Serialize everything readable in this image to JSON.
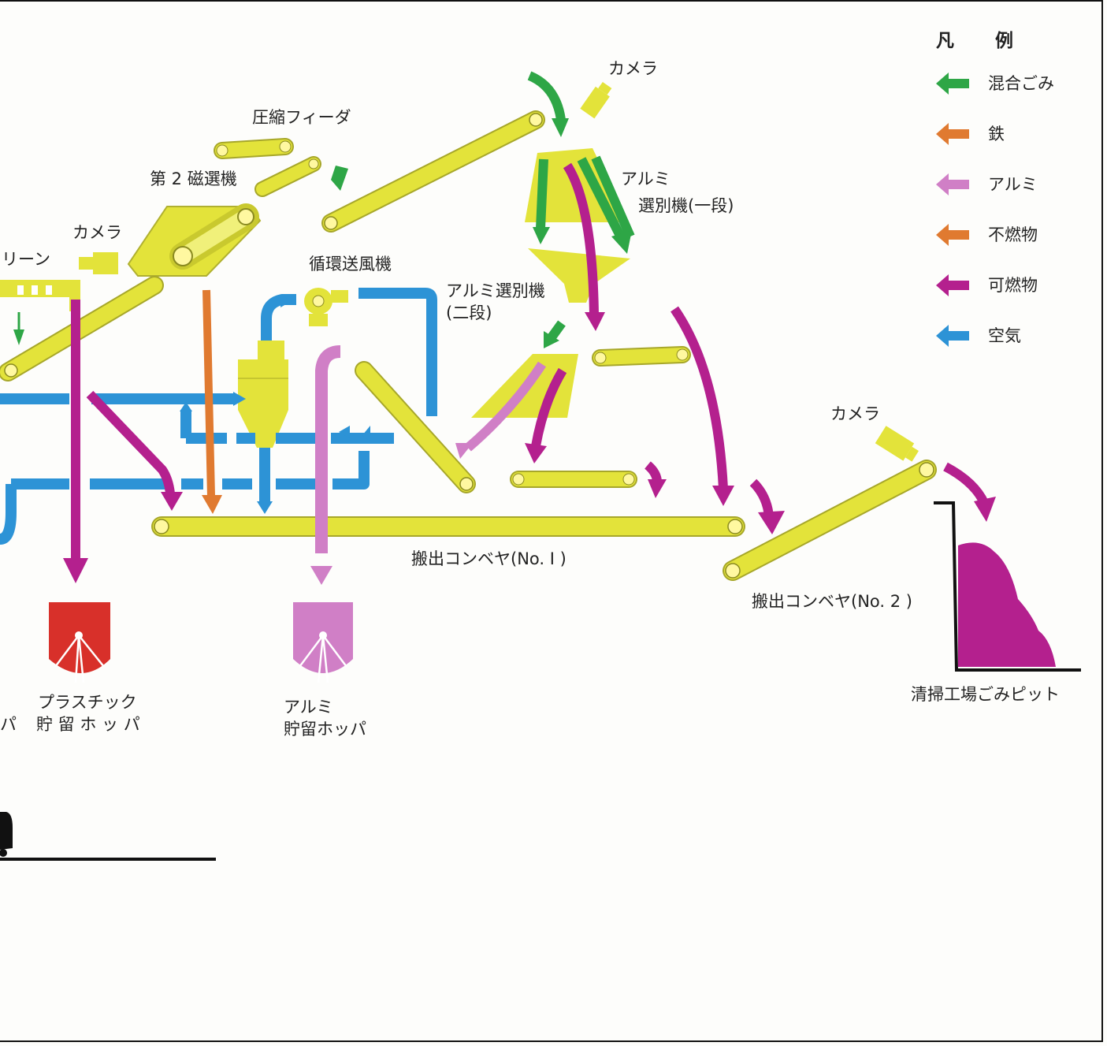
{
  "colors": {
    "conveyor": "#e3e33a",
    "conveyor_light": "#f5f590",
    "mixed": "#2ea646",
    "iron": "#e07a30",
    "aluminum": "#d07fc6",
    "plastic_hopper": "#d8302a",
    "combustible": "#b4208e",
    "air": "#2d93d6"
  },
  "legend": {
    "title": "凡 例",
    "items": [
      {
        "label": "混合ごみ",
        "color": "#2ea646"
      },
      {
        "label": "鉄",
        "color": "#e07a30"
      },
      {
        "label": "アルミ",
        "color": "#d07fc6"
      },
      {
        "label": "不燃物",
        "color": "#e07a30"
      },
      {
        "label": "可燃物",
        "color": "#b4208e"
      },
      {
        "label": "空気",
        "color": "#2d93d6"
      }
    ]
  },
  "labels": {
    "camera_top": "カメラ",
    "compression_feeder": "圧縮フィーダ",
    "second_magnetic": "第 2 磁選機",
    "camera_left": "カメラ",
    "screen_partial": "リーン",
    "circulation_blower": "循環送風機",
    "alu_sorter1_line1": "アルミ",
    "alu_sorter1_line2": "選別機(一段)",
    "alu_sorter2_line1": "アルミ選別機",
    "alu_sorter2_line2": "(二段)",
    "camera_right": "カメラ",
    "conveyor1": "搬出コンベヤ(No. I )",
    "conveyor2": "搬出コンベヤ(No. 2 )",
    "plastic_hopper_line1": "プラスチック",
    "plastic_hopper_line2": "貯 留 ホ ッ パ",
    "hopper_partial": "パ",
    "alu_hopper_line1": "アルミ",
    "alu_hopper_line2": "貯留ホッパ",
    "pit": "清掃工場ごみピット"
  }
}
